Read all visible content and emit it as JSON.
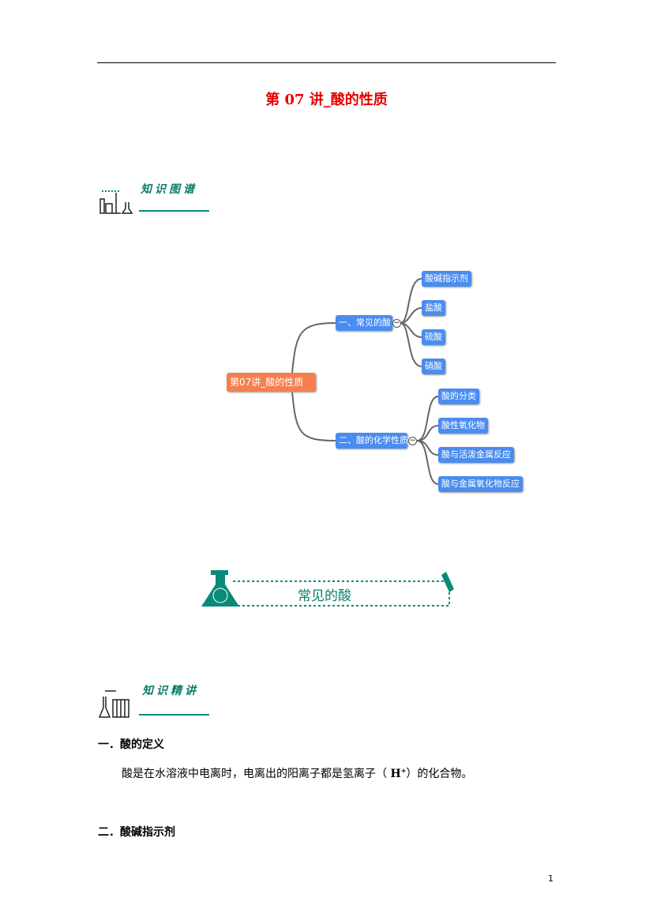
{
  "title": "第 07 讲_酸的性质",
  "section1": {
    "label": "知识图谱"
  },
  "mindmap": {
    "root": "第07讲_酸的性质",
    "branches": [
      {
        "label": "一、常见的酸",
        "children": [
          "酸碱指示剂",
          "盐酸",
          "硫酸",
          "硝酸"
        ]
      },
      {
        "label": "二、酸的化学性质",
        "children": [
          "酸的分类",
          "酸性氧化物",
          "酸与活泼金属反应",
          "酸与金属氧化物反应"
        ]
      }
    ],
    "collapse_symbol": "−"
  },
  "banner": {
    "label": "常见的酸"
  },
  "section2": {
    "label": "知识精讲"
  },
  "content": {
    "h1": "一．酸的定义",
    "p1_before": "酸是在水溶液中电离时，电离出的阳离子都是氢离子（ ",
    "p1_ion": "H",
    "p1_sup": "+",
    "p1_after": "）的化合物。",
    "h2": "二．酸碱指示剂"
  },
  "page_number": "1",
  "colors": {
    "title": "#e60000",
    "accent": "#0a8a78",
    "node": "#4a8cf0",
    "root": "#f57f4f"
  }
}
